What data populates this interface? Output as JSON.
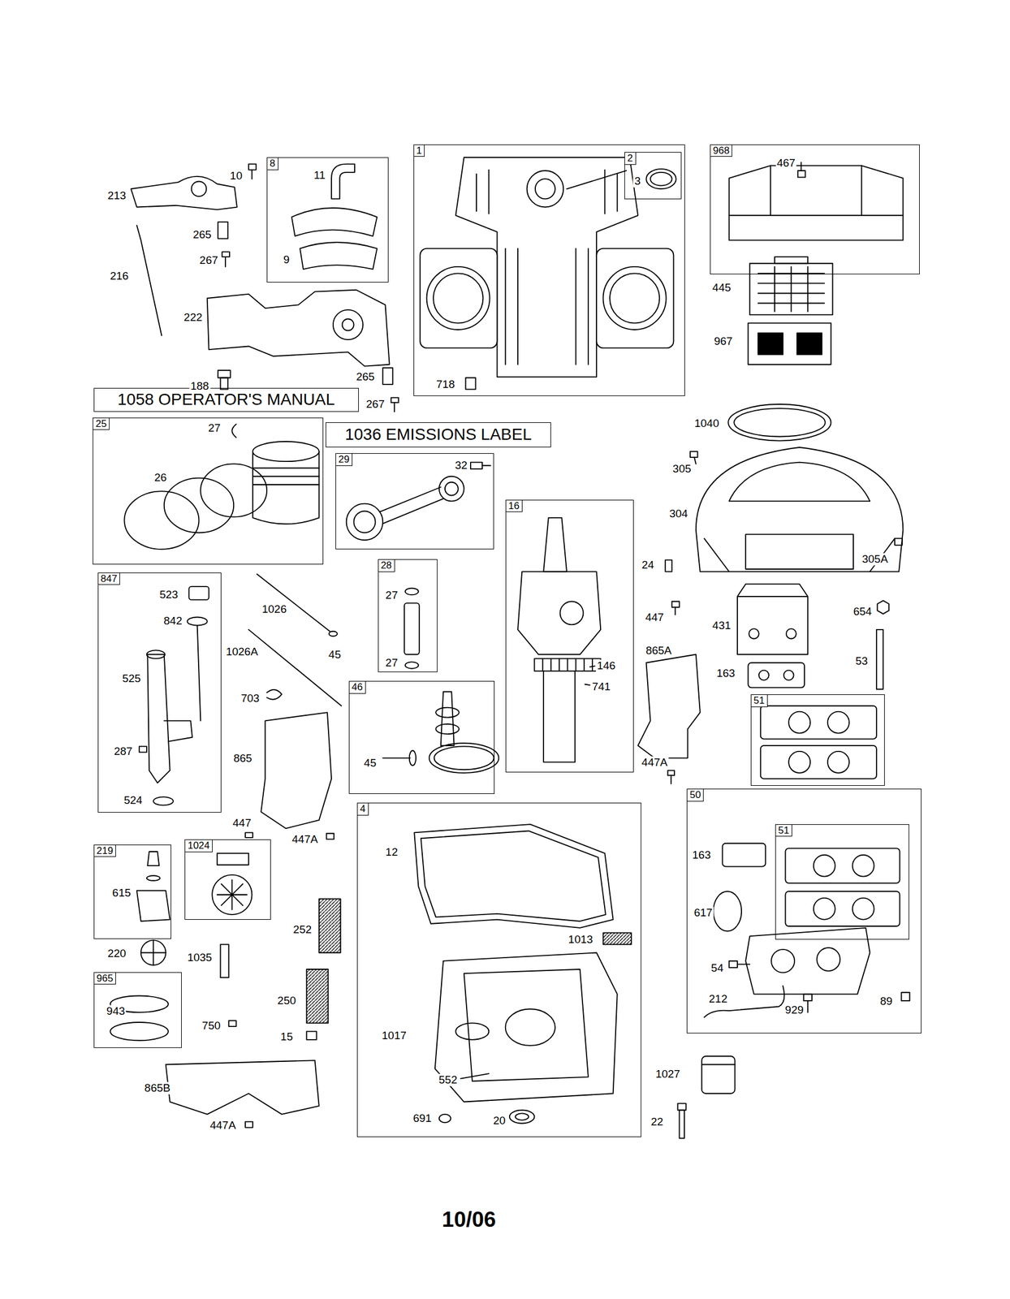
{
  "diagram": {
    "nodes": [
      {
        "text": [
          "8",
          "11",
          "9"
        ]
      },
      {
        "text": [
          "1",
          "718"
        ]
      },
      {
        "text": [
          "2",
          "3"
        ],
        "in": 1
      },
      {
        "text": [
          "968",
          "467"
        ]
      },
      {
        "text": [
          "1058 OPERATOR'S MANUAL"
        ]
      },
      {
        "text": [
          "25",
          "27",
          "26"
        ]
      },
      {
        "text": [
          "1036 EMISSIONS LABEL"
        ]
      },
      {
        "text": [
          "29",
          "32"
        ]
      },
      {
        "text": [
          "16",
          "146",
          "741"
        ]
      },
      {
        "text": [
          "28",
          "27",
          "27"
        ]
      },
      {
        "text": [
          "847",
          "523",
          "842",
          "525",
          "287",
          "524"
        ]
      },
      {
        "text": [
          "46",
          "45"
        ]
      },
      {
        "text": [
          "51"
        ]
      },
      {
        "text": [
          "4",
          "12",
          "1013",
          "1017",
          "552",
          "691",
          "20"
        ]
      },
      {
        "text": [
          "50",
          "163",
          "617",
          "54",
          "212",
          "929",
          "89"
        ]
      },
      {
        "text": [
          "51"
        ],
        "in": 14
      },
      {
        "text": [
          "219",
          "615"
        ]
      },
      {
        "text": [
          "1024"
        ]
      },
      {
        "text": [
          "965",
          "943"
        ]
      }
    ],
    "labels": [
      "213",
      "10",
      "216",
      "265",
      "267",
      "222",
      "188",
      "265",
      "267",
      "445",
      "967",
      "1040",
      "305",
      "304",
      "305A",
      "24",
      "447",
      "431",
      "654",
      "163",
      "53",
      "865A",
      "447A",
      "1026",
      "1026A",
      "45",
      "703",
      "865",
      "447",
      "447A",
      "220",
      "1035",
      "252",
      "250",
      "750",
      "15",
      "865B",
      "447A",
      "1027",
      "22",
      "10/06"
    ]
  }
}
